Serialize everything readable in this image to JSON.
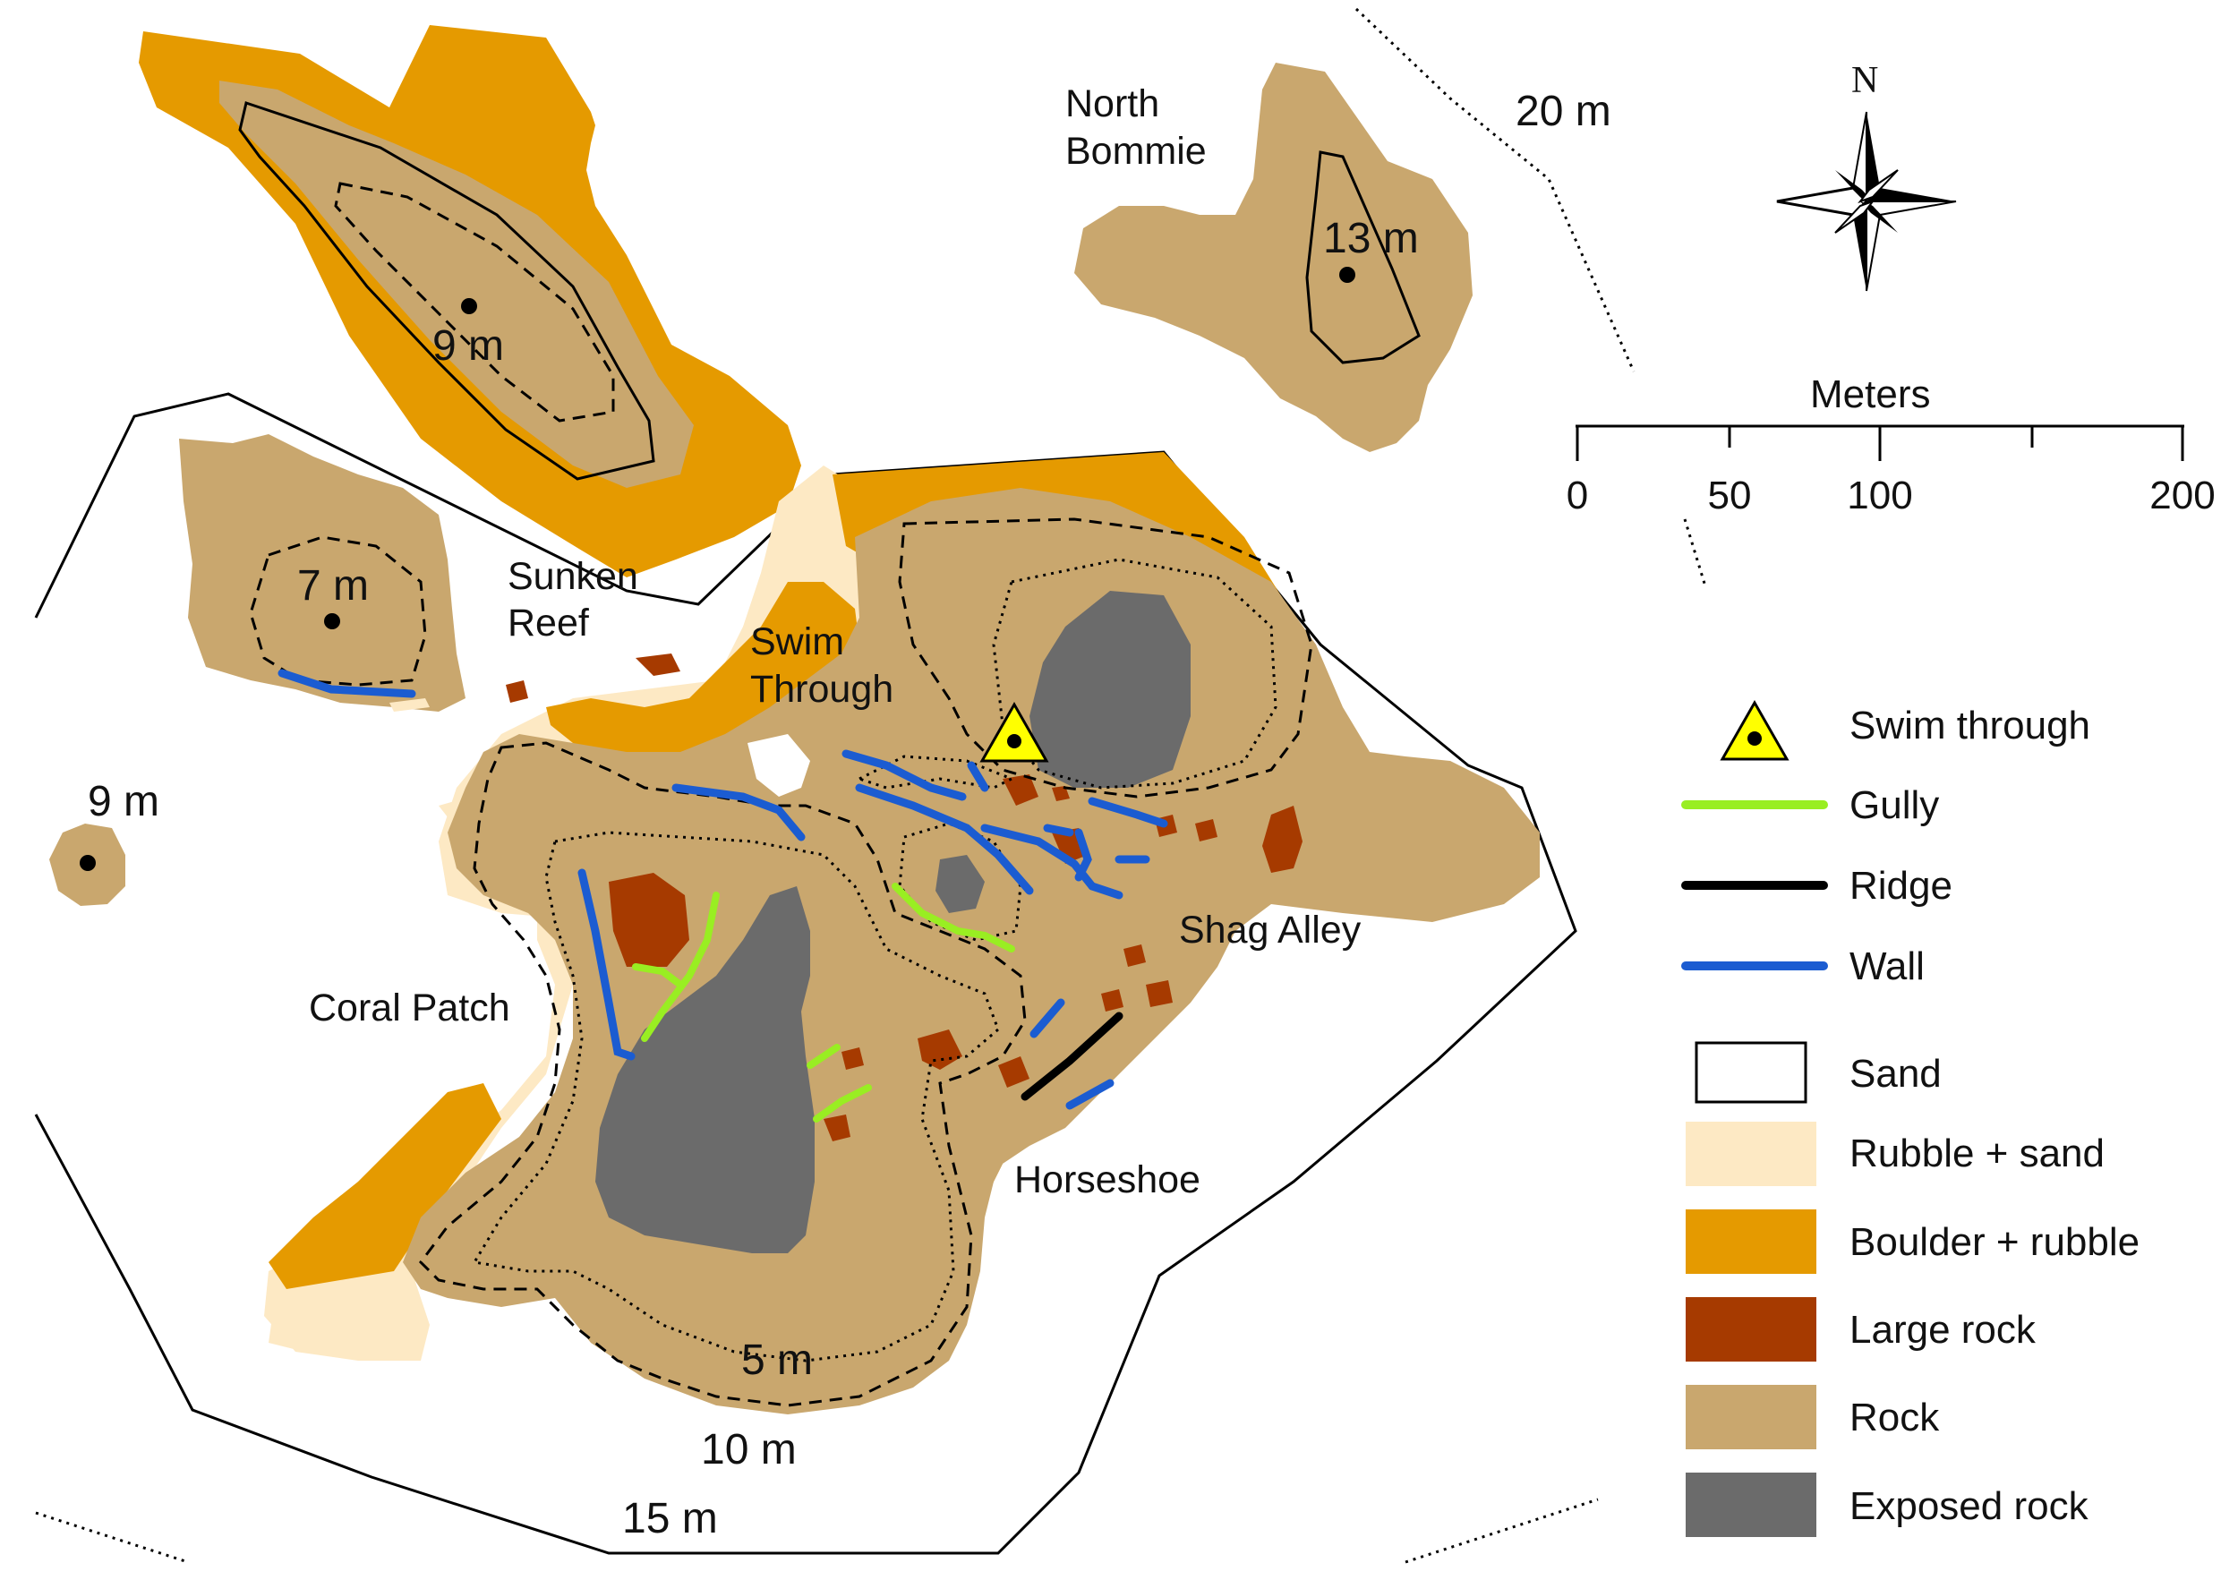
{
  "colors": {
    "sand": "#ffffff",
    "rubble_sand": "#fde9c4",
    "boulder_rubble": "#e59a00",
    "large_rock": "#a63a00",
    "rock": "#c9a76e",
    "exposed_rock": "#6b6b6b",
    "gully": "#99ee22",
    "ridge": "#000000",
    "wall": "#1b5cd1",
    "swim_through_marker": "#ffff00",
    "contour": "#000000"
  },
  "place_labels": {
    "north_bommie_line1": "North",
    "north_bommie_line2": "Bommie",
    "sunken_reef_line1": "Sunken",
    "sunken_reef_line2": "Reef",
    "swim_through_line1": "Swim",
    "swim_through_line2": "Through",
    "coral_patch": "Coral Patch",
    "shag_alley": "Shag Alley",
    "horseshoe": "Horseshoe"
  },
  "depth_labels": {
    "d20": "20 m",
    "d13": "13 m",
    "d9_top": "9 m",
    "d7": "7 m",
    "d9_left": "9 m",
    "d5": "5 m",
    "d10": "10 m",
    "d15": "15 m"
  },
  "north_arrow": {
    "label": "N",
    "icon": "compass-rose-icon"
  },
  "scale_bar": {
    "title": "Meters",
    "tick_labels": [
      "0",
      "50",
      "100",
      "200"
    ],
    "range_m": [
      0,
      200
    ]
  },
  "legend": {
    "items": [
      {
        "label": "Swim through",
        "kind": "marker"
      },
      {
        "label": "Gully",
        "kind": "line"
      },
      {
        "label": "Ridge",
        "kind": "line"
      },
      {
        "label": "Wall",
        "kind": "line"
      },
      {
        "label": "Sand",
        "kind": "swatch"
      },
      {
        "label": "Rubble + sand",
        "kind": "swatch"
      },
      {
        "label": "Boulder + rubble",
        "kind": "swatch"
      },
      {
        "label": "Large rock",
        "kind": "swatch"
      },
      {
        "label": "Rock",
        "kind": "swatch"
      },
      {
        "label": "Exposed rock",
        "kind": "swatch"
      }
    ]
  }
}
